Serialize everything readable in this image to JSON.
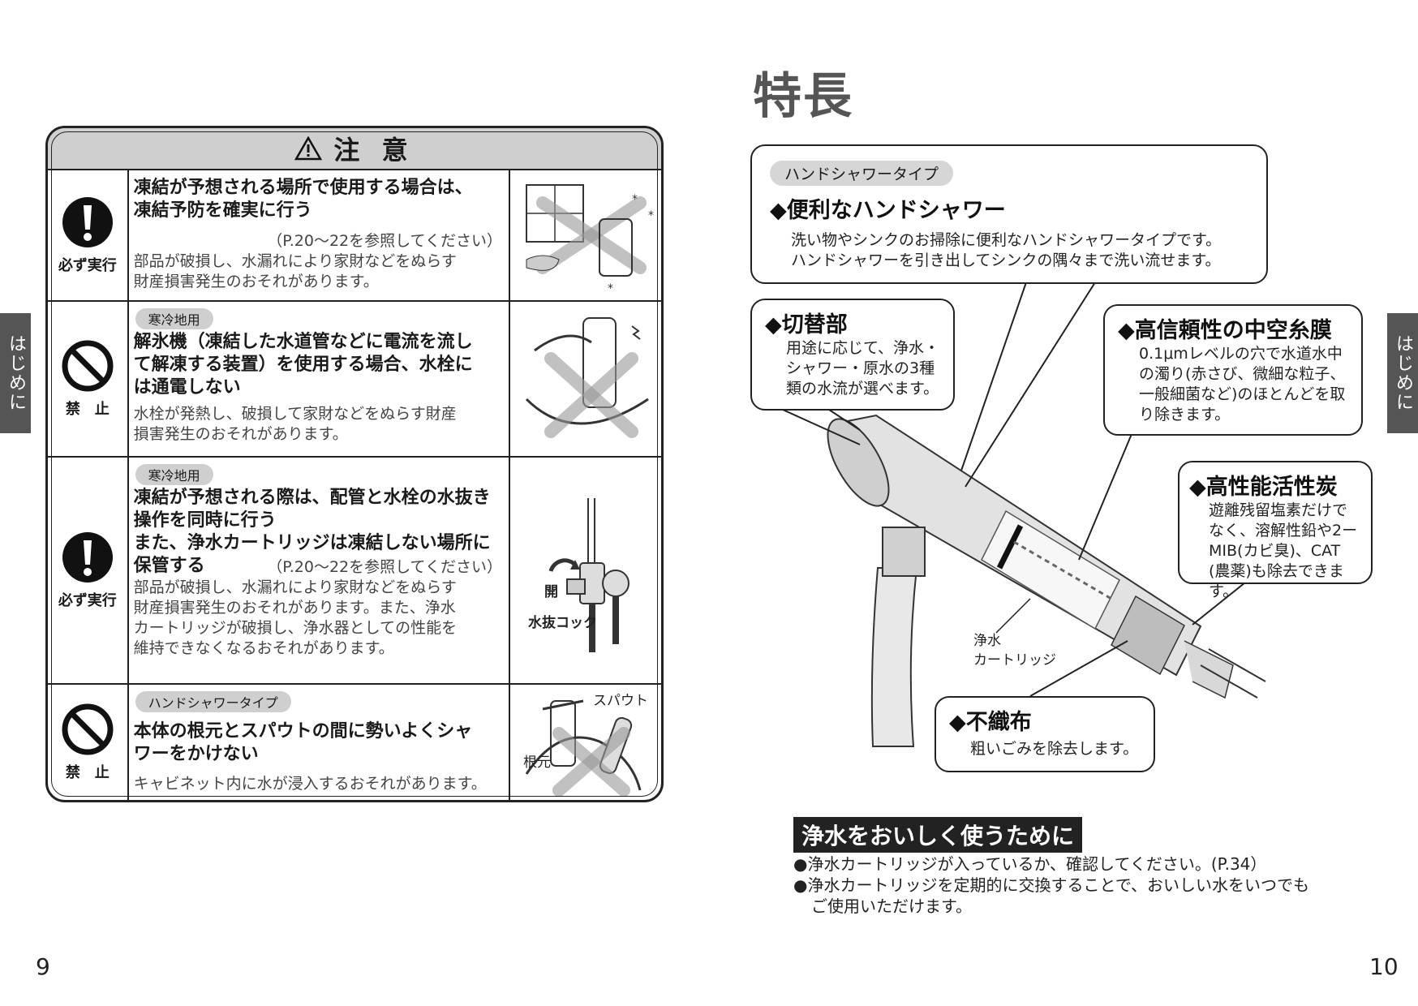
{
  "side_tab_label": "はじめに",
  "page_numbers": {
    "left": "9",
    "right": "10"
  },
  "caution": {
    "title": "注 意",
    "rows": [
      {
        "icon": "mandatory-icon",
        "icon_label": "必ず実行",
        "tag": "",
        "main": [
          "凍結が予想される場所で使用する場合は、",
          "凍結予防を確実に行う"
        ],
        "ref": "（P.20〜22を参照してください）",
        "desc": [
          "部品が破損し、水漏れにより家財などをぬらす",
          "財産損害発生のおそれがあります。"
        ]
      },
      {
        "icon": "prohibited-icon",
        "icon_label": "禁　止",
        "tag": "寒冷地用",
        "main": [
          "解氷機（凍結した水道管などに電流を流し",
          "て解凍する装置）を使用する場合、水栓に",
          "は通電しない"
        ],
        "ref": "",
        "desc": [
          "水栓が発熱し、破損して家財などをぬらす財産",
          "損害発生のおそれがあります。"
        ]
      },
      {
        "icon": "mandatory-icon",
        "icon_label": "必ず実行",
        "tag": "寒冷地用",
        "main": [
          "凍結が予想される際は、配管と水栓の水抜き",
          "操作を同時に行う",
          "また、浄水カートリッジは凍結しない場所に",
          "保管する"
        ],
        "ref": "（P.20〜22を参照してください）",
        "desc": [
          "部品が破損し、水漏れにより家財などをぬらす",
          "財産損害発生のおそれがあります。また、浄水",
          "カートリッジが破損し、浄水器としての性能を",
          "維持できなくなるおそれがあります。"
        ],
        "img_labels": {
          "open": "開",
          "cock": "水抜コック"
        }
      },
      {
        "icon": "prohibited-icon",
        "icon_label": "禁　止",
        "tag": "ハンドシャワータイプ",
        "main": [
          "本体の根元とスパウトの間に勢いよくシャ",
          "ワーをかけない"
        ],
        "ref": "",
        "desc": [
          "キャビネット内に水が浸入するおそれがあります。"
        ],
        "img_labels": {
          "spout": "スパウト",
          "base": "根元"
        }
      }
    ]
  },
  "features": {
    "title": "特長",
    "hand_shower": {
      "pill": "ハンドシャワータイプ",
      "head": "◆便利なハンドシャワー",
      "body": [
        "洗い物やシンクのお掃除に便利なハンドシャワータイプです。",
        "ハンドシャワーを引き出してシンクの隅々まで洗い流せます。"
      ]
    },
    "switch": {
      "head": "◆切替部",
      "body": [
        "用途に応じて、浄水・",
        "シャワー・原水の3種",
        "類の水流が選べます。"
      ]
    },
    "membrane": {
      "head": "◆高信頼性の中空糸膜",
      "body": [
        "0.1μmレベルの穴で水道水中",
        "の濁り(赤さび、微細な粒子、",
        "一般細菌など)のほとんどを取",
        "り除きます。"
      ]
    },
    "carbon": {
      "head": "◆高性能活性炭",
      "body": [
        "遊離残留塩素だけで",
        "なく、溶解性鉛や2ー",
        "MIB(カビ臭)、CAT",
        "(農薬)も除去できます。"
      ]
    },
    "nonwoven": {
      "head": "◆不織布",
      "body": [
        "粗いごみを除去します。"
      ]
    },
    "cartridge_label": [
      "浄水",
      "カートリッジ"
    ]
  },
  "tips": {
    "heading": "浄水をおいしく使うために",
    "items": [
      "●浄水カートリッジが入っているか、確認してください。(P.34）",
      "●浄水カートリッジを定期的に交換することで、おいしい水をいつでも",
      "ご使用いただけます。"
    ]
  }
}
